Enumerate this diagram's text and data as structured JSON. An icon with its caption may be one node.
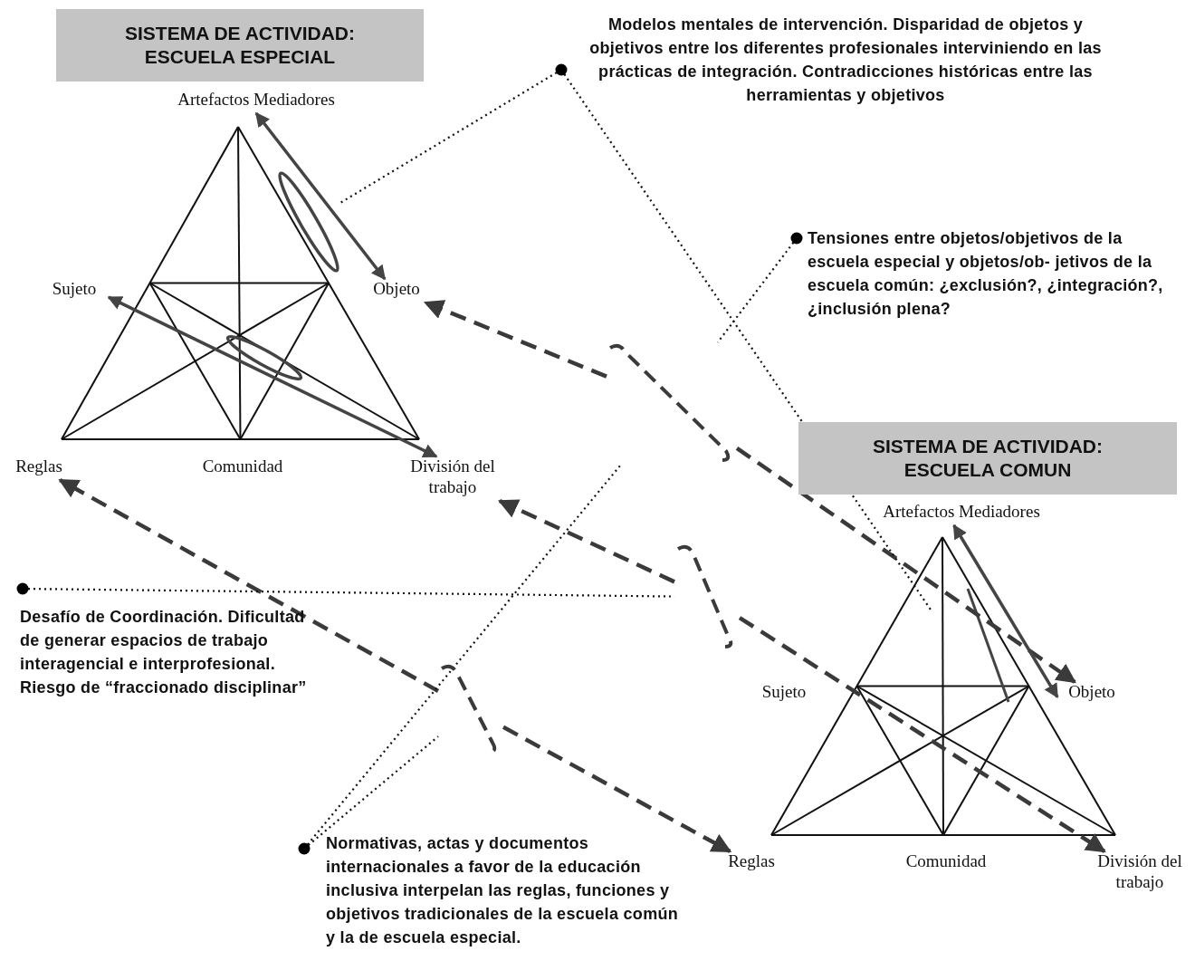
{
  "diagram": {
    "nodes": [
      {
        "text": [
          "SISTEMA DE ACTIVIDAD: ESCUELA ESPECIAL"
        ]
      },
      {
        "text": [
          "SISTEMA DE ACTIVIDAD: ESCUELA COMUN"
        ]
      },
      {
        "text": [
          "Artefactos Mediadores"
        ]
      },
      {
        "text": [
          "Sujeto"
        ]
      },
      {
        "text": [
          "Objeto"
        ]
      },
      {
        "text": [
          "Reglas"
        ]
      },
      {
        "text": [
          "Comunidad"
        ]
      },
      {
        "text": [
          "División del trabajo"
        ]
      },
      {
        "text": [
          "Artefactos Mediadores"
        ]
      },
      {
        "text": [
          "Sujeto"
        ]
      },
      {
        "text": [
          "Objeto"
        ]
      },
      {
        "text": [
          "Reglas"
        ]
      },
      {
        "text": [
          "Comunidad"
        ]
      },
      {
        "text": [
          "División del trabajo"
        ]
      },
      {
        "text": [
          "Modelos mentales de intervención. Disparidad de objetos y objetivos entre los diferentes profesionales interviniendo en las prácticas de integración. Contradicciones históricas entre las herramientas y objetivos"
        ]
      },
      {
        "text": [
          "Tensiones entre objetos/objetivos de la escuela especial y objetos/ob- jetivos de la escuela común: ¿exclusión?, ¿integración?, ¿inclusión plena?"
        ]
      },
      {
        "text": [
          "Desafío de Coordinación. Dificultad de generar espacios de trabajo interagencial e interprofesional. Riesgo de “fraccionado disciplinar”"
        ]
      },
      {
        "text": [
          "Normativas, actas y documentos internacionales a favor de la educación inclusiva interpelan las reglas, funciones y objetivos tradicionales de la escuela común y la de escuela especial."
        ]
      },
      {
        "text": [],
        "shape": "ellipse"
      },
      {
        "text": [],
        "shape": "bracket"
      },
      {
        "text": [],
        "shape": "bracket"
      },
      {
        "text": [],
        "shape": "bracket"
      }
    ],
    "edges": [
      {
        "from": 19,
        "to": 4,
        "arrow": "to",
        "style": "dashed"
      },
      {
        "from": 19,
        "to": 10,
        "arrow": "to",
        "style": "dashed"
      },
      {
        "from": 20,
        "to": 7,
        "arrow": "to",
        "style": "dashed"
      },
      {
        "from": 20,
        "to": 13,
        "arrow": "to",
        "style": "dashed"
      },
      {
        "from": 21,
        "to": 5,
        "arrow": "to",
        "style": "dashed"
      },
      {
        "from": 21,
        "to": 11,
        "arrow": "to",
        "style": "dashed"
      },
      {
        "from": 14,
        "to": 18,
        "arrow": "none",
        "style": "dashed"
      },
      {
        "from": 14,
        "to": null,
        "arrow": "none",
        "style": "dashed"
      },
      {
        "from": 15,
        "to": 19,
        "arrow": "none",
        "style": "dashed"
      },
      {
        "from": 17,
        "to": 19,
        "arrow": "none",
        "style": "dashed"
      },
      {
        "from": 17,
        "to": 21,
        "arrow": "none",
        "style": "dashed"
      },
      {
        "from": 16,
        "to": 20,
        "arrow": "none",
        "style": "dashed"
      },
      {
        "from": 2,
        "to": 4,
        "arrow": "both"
      },
      {
        "from": 3,
        "to": 7,
        "arrow": "both"
      },
      {
        "from": 8,
        "to": 10,
        "arrow": "both"
      }
    ]
  }
}
